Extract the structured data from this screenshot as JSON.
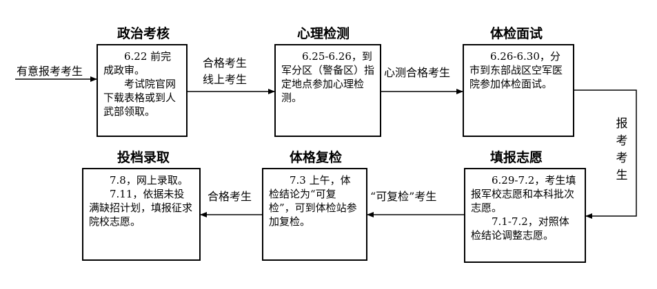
{
  "steps": [
    {
      "title": "政治考核",
      "lines": [
        "6.22 前完成政审。",
        "考试院官网下载表格或到人武部领取。"
      ]
    },
    {
      "title": "心理检测",
      "lines": [
        "6.25-6.26，到军分区（警备区）指定地点参加心理检测。"
      ]
    },
    {
      "title": "体检面试",
      "lines": [
        "6.26-6.30，分市到东部战区空军医院参加体检面试。"
      ]
    },
    {
      "title": "填报志愿",
      "lines": [
        "6.29-7.2，考生填报军校志愿和本科批次志愿。",
        "7.1-7.2，对照体检结论调整志愿。"
      ]
    },
    {
      "title": "体格复检",
      "lines": [
        "7.3 上午，体检结论为“可复检”，可到体检站参加复检。"
      ]
    },
    {
      "title": "投档录取",
      "lines": [
        "7.8，网上录取。",
        "7.11，依据未投满缺招计划，填报征求院校志愿。"
      ]
    }
  ],
  "arrows": {
    "start": "有意报考考生",
    "a1_line1": "合格考生",
    "a1_line2": "线上考生",
    "a2": "心测合格考生",
    "a3": "报考考生",
    "a4": "“可复检”考生",
    "a5": "合格考生"
  }
}
